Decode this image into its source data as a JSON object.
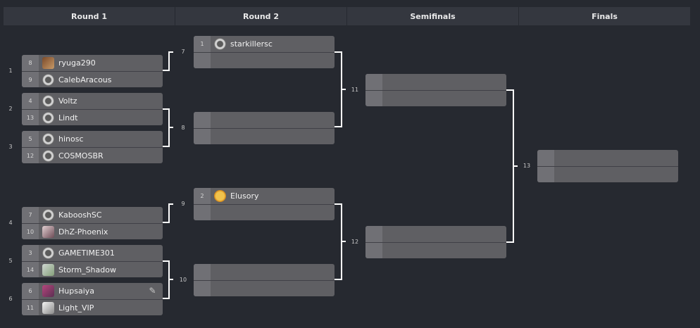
{
  "rounds": [
    "Round 1",
    "Round 2",
    "Semifinals",
    "Finals"
  ],
  "matches": {
    "m1": {
      "num": "1",
      "top": {
        "seed": "8",
        "name": "ryuga290"
      },
      "bottom": {
        "seed": "9",
        "name": "CalebAracous"
      }
    },
    "m2": {
      "num": "2",
      "top": {
        "seed": "4",
        "name": "Voltz"
      },
      "bottom": {
        "seed": "13",
        "name": "Lindt"
      }
    },
    "m3": {
      "num": "3",
      "top": {
        "seed": "5",
        "name": "hinosc"
      },
      "bottom": {
        "seed": "12",
        "name": "COSMOSBR"
      }
    },
    "m4": {
      "num": "4",
      "top": {
        "seed": "7",
        "name": "KabooshSC"
      },
      "bottom": {
        "seed": "10",
        "name": "DhZ-Phoenix"
      }
    },
    "m5": {
      "num": "5",
      "top": {
        "seed": "3",
        "name": "GAMETIME301"
      },
      "bottom": {
        "seed": "14",
        "name": "Storm_Shadow"
      }
    },
    "m6": {
      "num": "6",
      "top": {
        "seed": "6",
        "name": "Hupsaiya"
      },
      "bottom": {
        "seed": "11",
        "name": "Light_VIP"
      }
    },
    "m7": {
      "num": "7",
      "top": {
        "seed": "1",
        "name": "starkillersc"
      },
      "bottom": {
        "seed": "",
        "name": ""
      }
    },
    "m8": {
      "num": "8",
      "top": {
        "seed": "",
        "name": ""
      },
      "bottom": {
        "seed": "",
        "name": ""
      }
    },
    "m9": {
      "num": "9",
      "top": {
        "seed": "2",
        "name": "Elusory"
      },
      "bottom": {
        "seed": "",
        "name": ""
      }
    },
    "m10": {
      "num": "10",
      "top": {
        "seed": "",
        "name": ""
      },
      "bottom": {
        "seed": "",
        "name": ""
      }
    },
    "m11": {
      "num": "11",
      "top": {
        "seed": "",
        "name": ""
      },
      "bottom": {
        "seed": "",
        "name": ""
      }
    },
    "m12": {
      "num": "12",
      "top": {
        "seed": "",
        "name": ""
      },
      "bottom": {
        "seed": "",
        "name": ""
      }
    },
    "m13": {
      "num": "13",
      "top": {
        "seed": "",
        "name": ""
      },
      "bottom": {
        "seed": "",
        "name": ""
      }
    }
  },
  "icons": {
    "race": "sc2-logo-icon",
    "edit": "edit-report-icon"
  },
  "colors": {
    "background": "#262930",
    "header": "#34373f",
    "match": "#5f5f63",
    "seed": "#707075",
    "connector": "#ffffff"
  }
}
